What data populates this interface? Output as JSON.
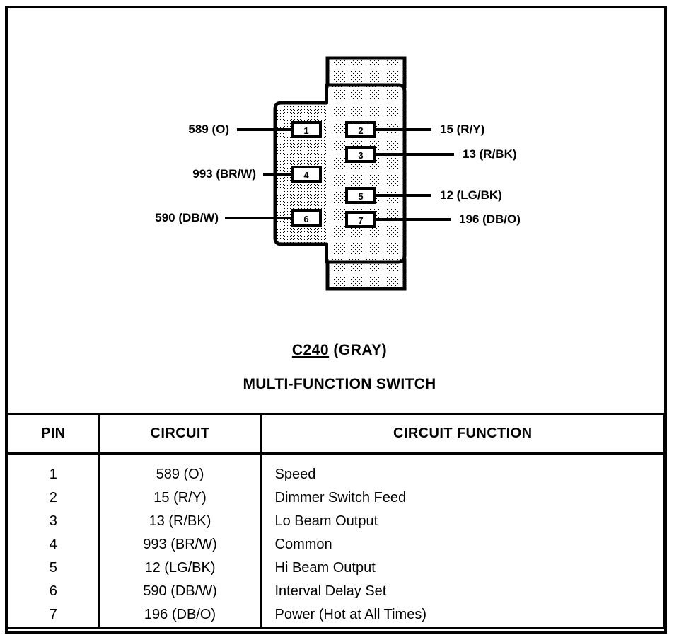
{
  "diagram": {
    "connector_code": "C240",
    "connector_color": "(GRAY)",
    "connector_name": "MULTI-FUNCTION SWITCH",
    "left_pins": [
      {
        "number": "1",
        "circuit": "589 (O)"
      },
      {
        "number": "4",
        "circuit": "993 (BR/W)"
      },
      {
        "number": "6",
        "circuit": "590 (DB/W)"
      }
    ],
    "right_pins": [
      {
        "number": "2",
        "circuit": "15 (R/Y)"
      },
      {
        "number": "3",
        "circuit": "13 (R/BK)"
      },
      {
        "number": "5",
        "circuit": "12 (LG/BK)"
      },
      {
        "number": "7",
        "circuit": "196 (DB/O)"
      }
    ]
  },
  "table": {
    "headers": {
      "pin": "PIN",
      "circuit": "CIRCUIT",
      "function": "CIRCUIT FUNCTION"
    },
    "rows": [
      {
        "pin": "1",
        "circuit": "589 (O)",
        "function": "Speed"
      },
      {
        "pin": "2",
        "circuit": "15 (R/Y)",
        "function": "Dimmer Switch Feed"
      },
      {
        "pin": "3",
        "circuit": "13 (R/BK)",
        "function": "Lo Beam Output"
      },
      {
        "pin": "4",
        "circuit": "993 (BR/W)",
        "function": "Common"
      },
      {
        "pin": "5",
        "circuit": "12 (LG/BK)",
        "function": "Hi Beam Output"
      },
      {
        "pin": "6",
        "circuit": "590 (DB/W)",
        "function": "Interval Delay Set"
      },
      {
        "pin": "7",
        "circuit": "196 (DB/O)",
        "function": "Power (Hot at All Times)"
      }
    ]
  },
  "colors": {
    "line": "#000000",
    "background": "#ffffff",
    "connector_fill": "#b8b8b8"
  }
}
